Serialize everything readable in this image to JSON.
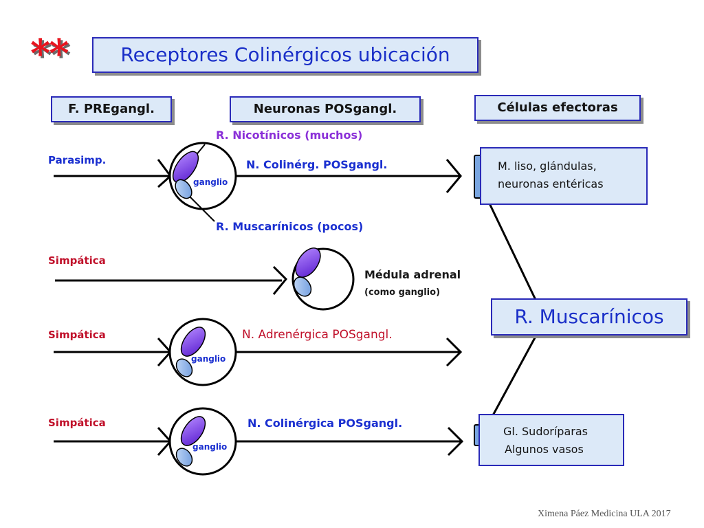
{
  "title_stars": "**",
  "title": "Receptores Colinérgicos ubicación",
  "headers": {
    "preganglionar": "F. PREgangl.",
    "posganglionar": "Neuronas POSgangl.",
    "efectoras": "Células efectoras"
  },
  "rows": {
    "parasimp": {
      "label": "Parasimp.",
      "nicotinic": "R. Nicotínicos (muchos)",
      "muscarinic": "R. Muscarínicos (pocos)",
      "neuron": "N. Colinérg. POSgangl.",
      "ganglion": "ganglio",
      "target_line1": "M. liso, glándulas,",
      "target_line2": "neuronas entéricas"
    },
    "adrenal": {
      "label": "Simpática",
      "organ": "Médula adrenal",
      "note": "(como ganglio)"
    },
    "simp_adrenergic": {
      "label": "Simpática",
      "neuron": "N. Adrenérgica POSgangl.",
      "ganglion": "ganglio"
    },
    "simp_cholinergic": {
      "label": "Simpática",
      "neuron": "N. Colinérgica POSgangl.",
      "ganglion": "ganglio",
      "target_line1": "Gl. Sudoríparas",
      "target_line2": "Algunos vasos"
    }
  },
  "big_box": "R. Muscarínicos",
  "footer": "Ximena Páez Medicina ULA 2017",
  "colors": {
    "title_blue": "#1a2fc8",
    "box_fill": "#dce9f8",
    "nicotinic_receptor": "#7b3fe4",
    "muscarinic_receptor": "#7aa6e0",
    "star_red": "#e8141e",
    "label_red": "#c0102a",
    "purple_text": "#8a2fd8"
  }
}
